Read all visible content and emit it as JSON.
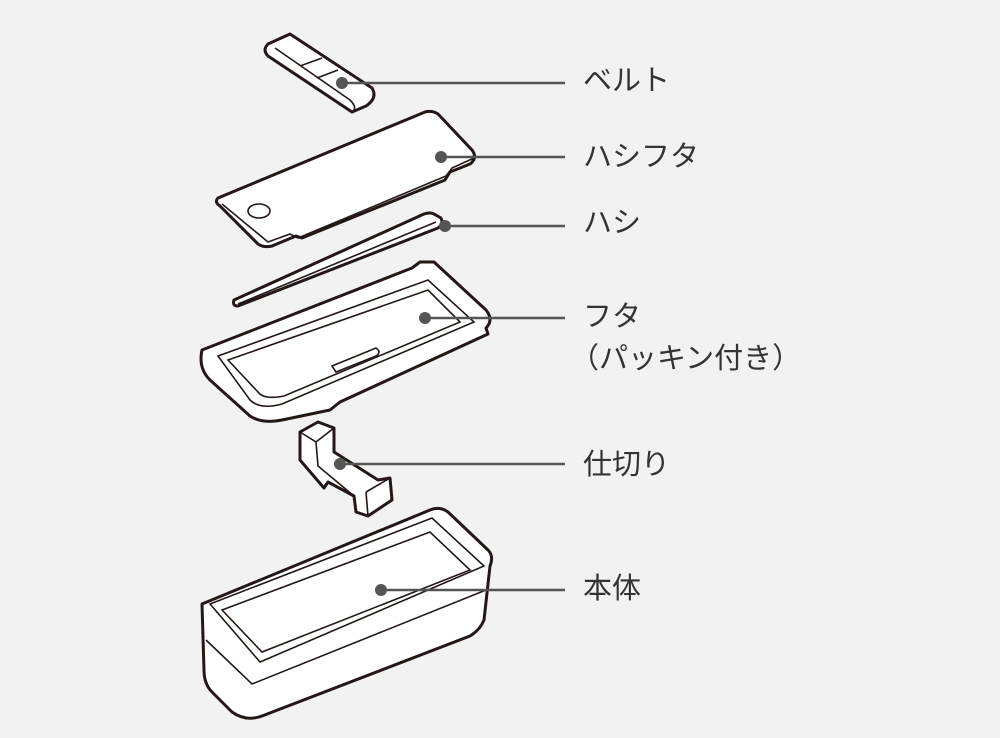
{
  "title": "Lunch box parts diagram",
  "parts": [
    {
      "label": "ベルト"
    },
    {
      "label": "ハシフタ"
    },
    {
      "label": "ハシ"
    },
    {
      "label": "フタ",
      "sub": "（パッキン付き）"
    },
    {
      "label": "仕切り"
    },
    {
      "label": "本体"
    }
  ],
  "colors": {
    "background": "#f2f2f2",
    "outline": "#231815",
    "leader": "#555555"
  }
}
